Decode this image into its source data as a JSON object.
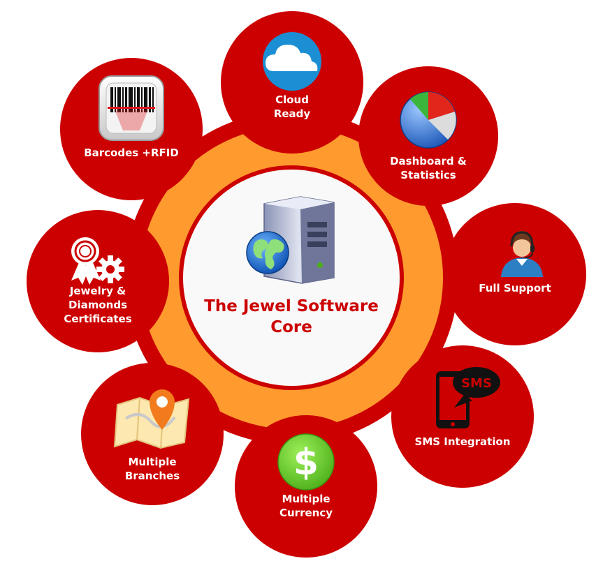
{
  "center": {
    "title_lines": [
      "The Jewel Software",
      "Core"
    ],
    "icon": "server-globe-icon"
  },
  "colors": {
    "node_red": "#cc0000",
    "ring_orange": "#ff9a2e",
    "ring_red": "#cc0000",
    "center_fill": "#f9f9f9",
    "center_text": "#cc0000",
    "label_text": "#ffffff"
  },
  "features": [
    {
      "id": "cloud-ready",
      "icon": "cloud-icon",
      "lines": [
        "Cloud",
        "Ready"
      ]
    },
    {
      "id": "dashboard",
      "icon": "pie-chart-icon",
      "lines": [
        "Dashboard &",
        "Statistics"
      ]
    },
    {
      "id": "full-support",
      "icon": "support-agent-icon",
      "lines": [
        "Full Support"
      ]
    },
    {
      "id": "sms-integration",
      "icon": "sms-phone-icon",
      "lines": [
        "SMS Integration"
      ]
    },
    {
      "id": "multiple-currency",
      "icon": "dollar-icon",
      "lines": [
        "Multiple",
        "Currency"
      ]
    },
    {
      "id": "multiple-branches",
      "icon": "map-pin-icon",
      "lines": [
        "Multiple",
        "Branches"
      ]
    },
    {
      "id": "certificates",
      "icon": "certificate-icon",
      "lines": [
        "Jewelry &",
        "Diamonds",
        "Certificates"
      ]
    },
    {
      "id": "barcodes",
      "icon": "barcode-scanner-icon",
      "lines": [
        "Barcodes +RFID"
      ]
    }
  ]
}
